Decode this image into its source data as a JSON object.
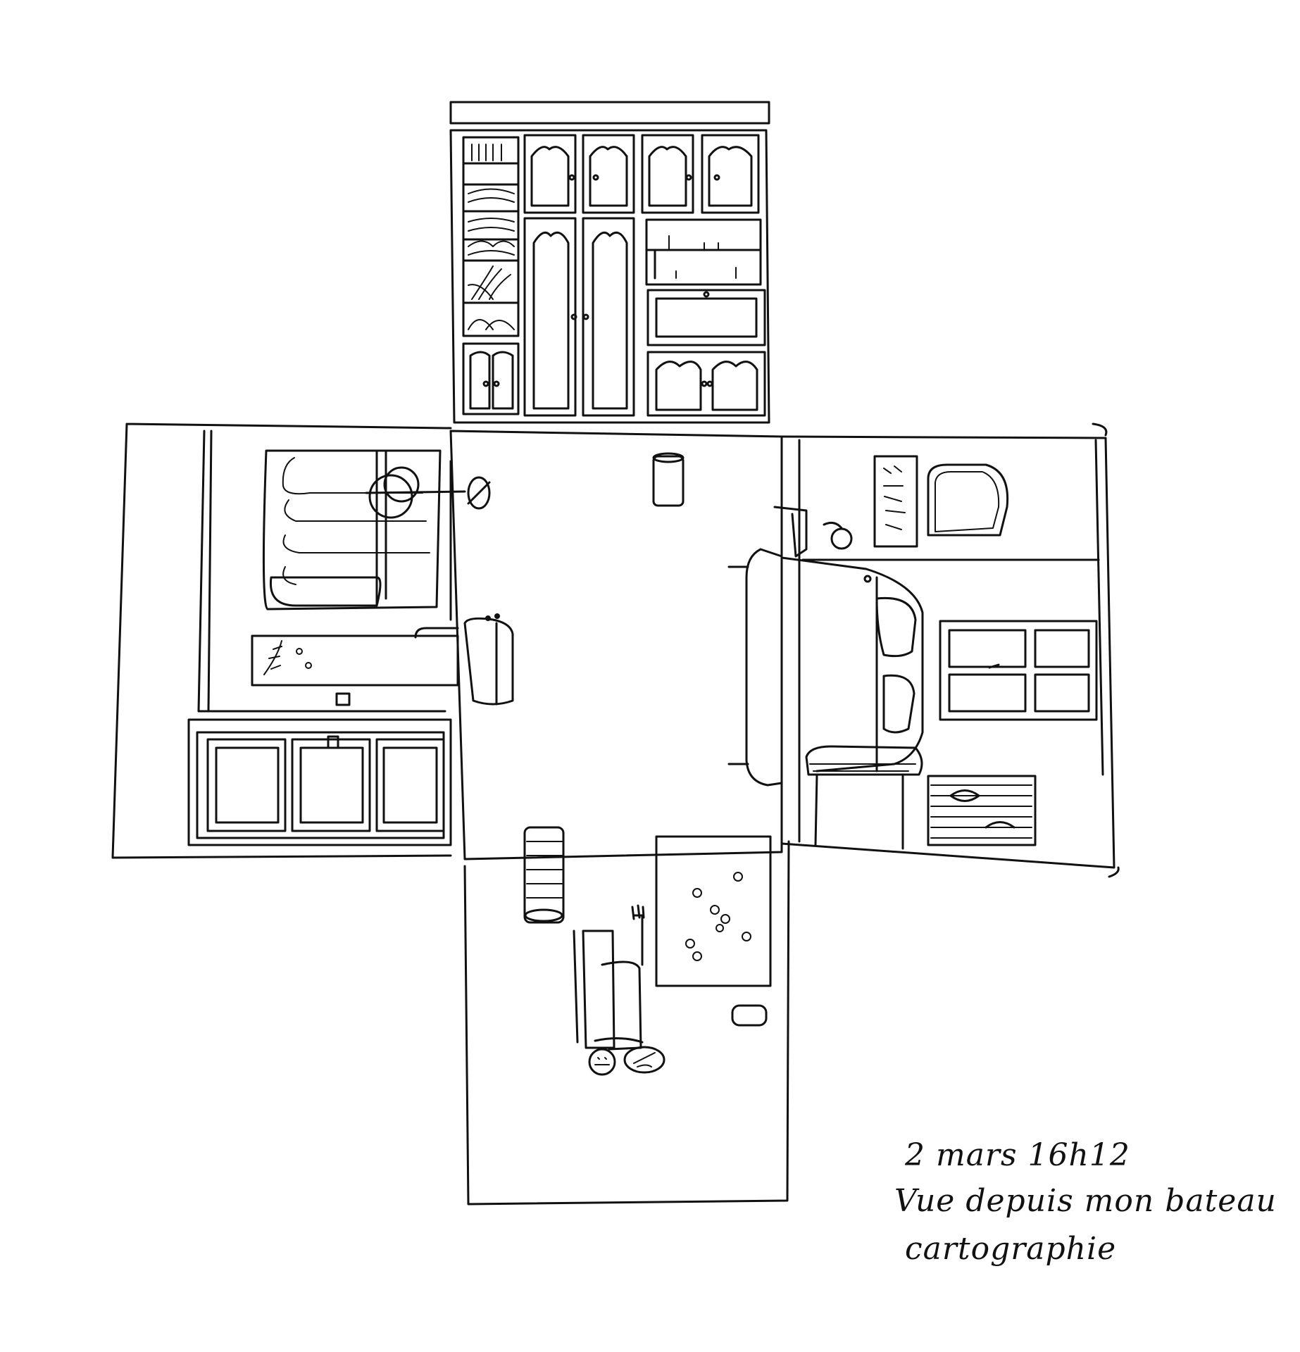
{
  "caption": {
    "date_time": "2 mars  16h12",
    "view": "Vue depuis mon bateau",
    "title": "cartographie"
  },
  "colors": {
    "ink": "#111111",
    "paper": "#ffffff"
  }
}
